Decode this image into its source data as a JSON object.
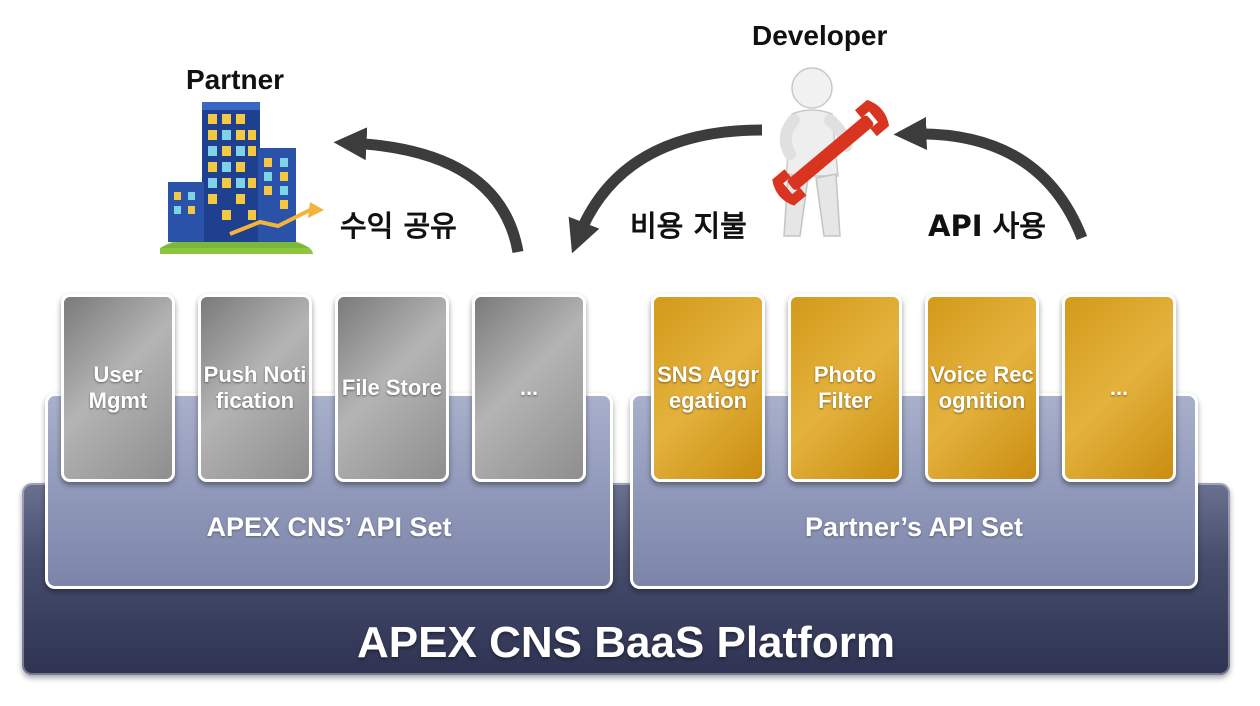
{
  "actors": {
    "partner": "Partner",
    "developer": "Developer"
  },
  "flows": {
    "revenue_share": "수익 공유",
    "pay_fee": "비용 지불",
    "api_use": "API  사용"
  },
  "platform": {
    "title": "APEX CNS BaaS Platform"
  },
  "api_sets": [
    {
      "title": "APEX CNS’ API Set",
      "cards": [
        "User Mgmt",
        "Push Notification",
        "File Store",
        "..."
      ]
    },
    {
      "title": "Partner’s API Set",
      "cards": [
        "SNS Aggregation",
        "Photo Filter",
        "Voice Recognition",
        "..."
      ]
    }
  ]
}
